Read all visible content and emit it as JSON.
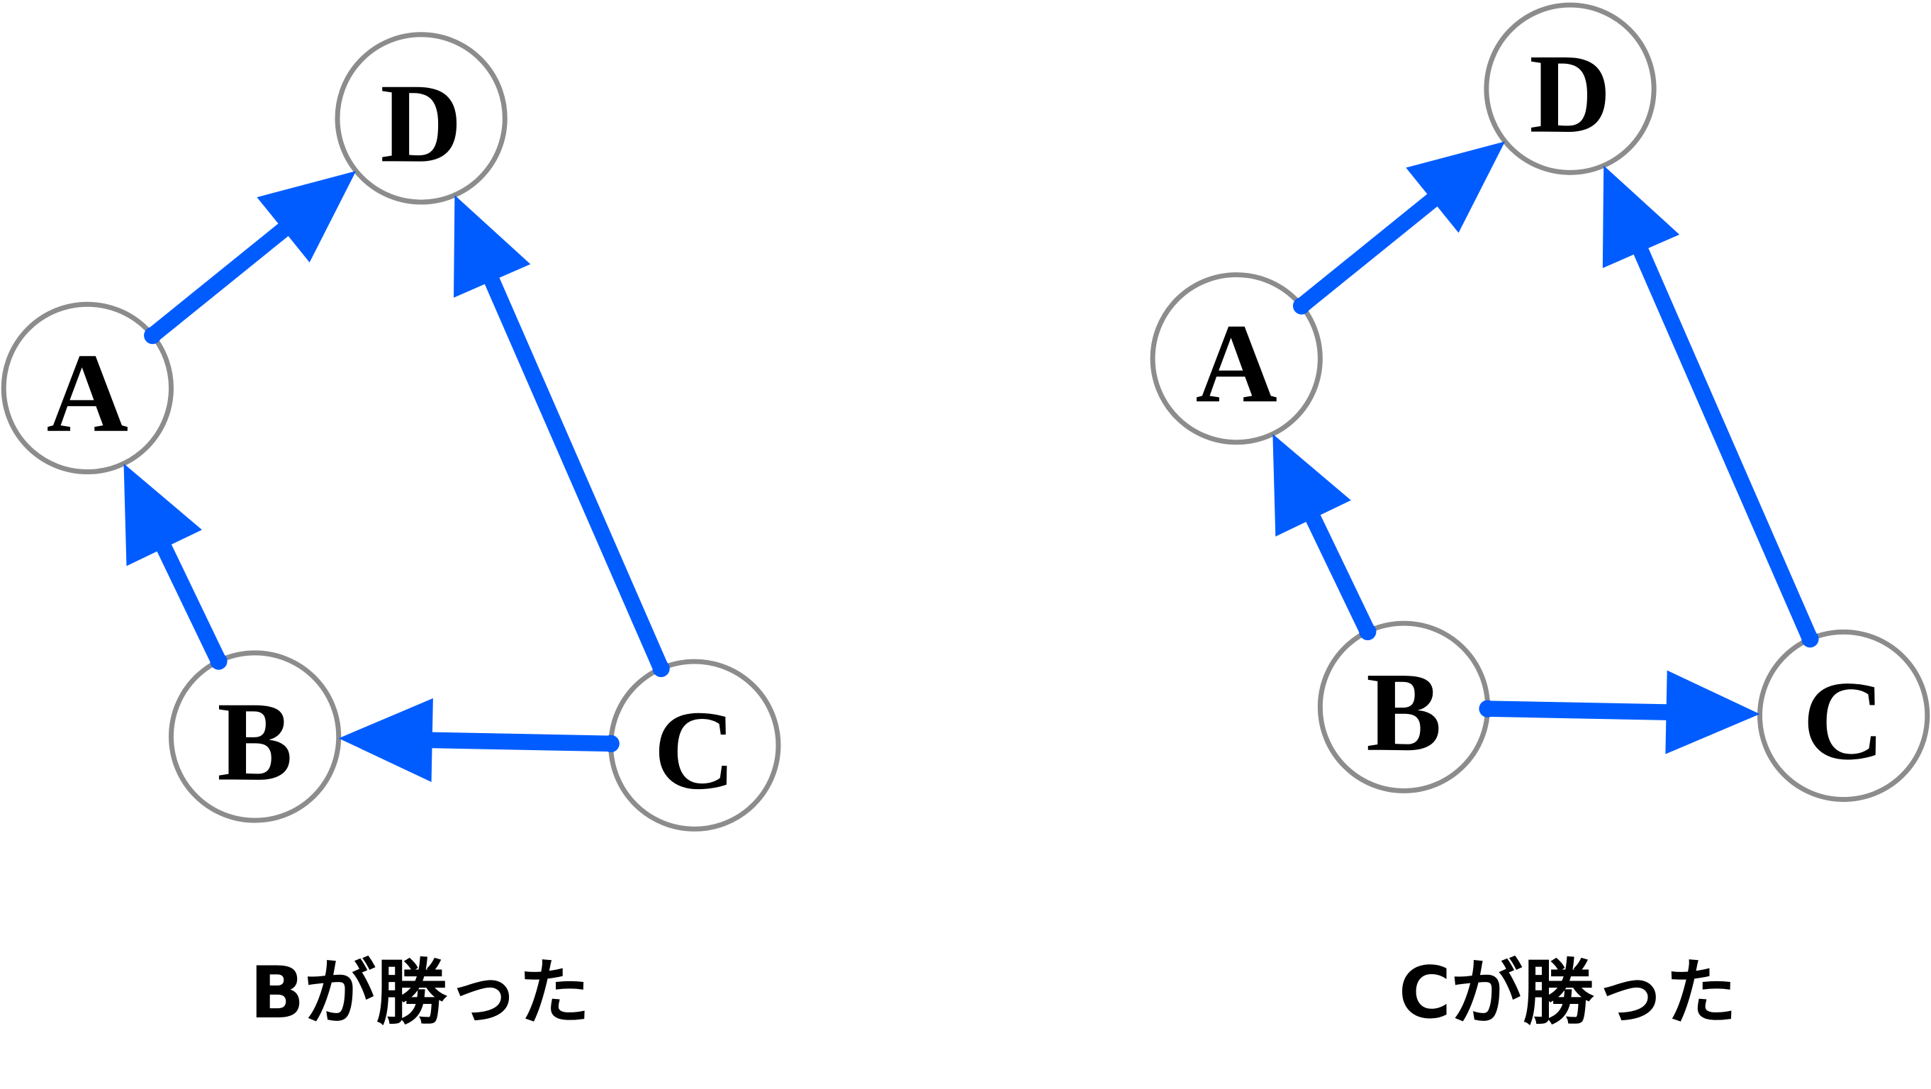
{
  "colors": {
    "edge": "#005cff",
    "node_stroke": "#8c8c8c"
  },
  "diagrams": [
    {
      "caption": "Bが勝った",
      "nodes": [
        {
          "id": "D",
          "label": "D"
        },
        {
          "id": "A",
          "label": "A"
        },
        {
          "id": "B",
          "label": "B"
        },
        {
          "id": "C",
          "label": "C"
        }
      ],
      "edges": [
        {
          "from": "A",
          "to": "D"
        },
        {
          "from": "B",
          "to": "A"
        },
        {
          "from": "C",
          "to": "D"
        },
        {
          "from": "C",
          "to": "B"
        }
      ]
    },
    {
      "caption": "Cが勝った",
      "nodes": [
        {
          "id": "D",
          "label": "D"
        },
        {
          "id": "A",
          "label": "A"
        },
        {
          "id": "B",
          "label": "B"
        },
        {
          "id": "C",
          "label": "C"
        }
      ],
      "edges": [
        {
          "from": "A",
          "to": "D"
        },
        {
          "from": "B",
          "to": "A"
        },
        {
          "from": "C",
          "to": "D"
        },
        {
          "from": "B",
          "to": "C"
        }
      ]
    }
  ]
}
